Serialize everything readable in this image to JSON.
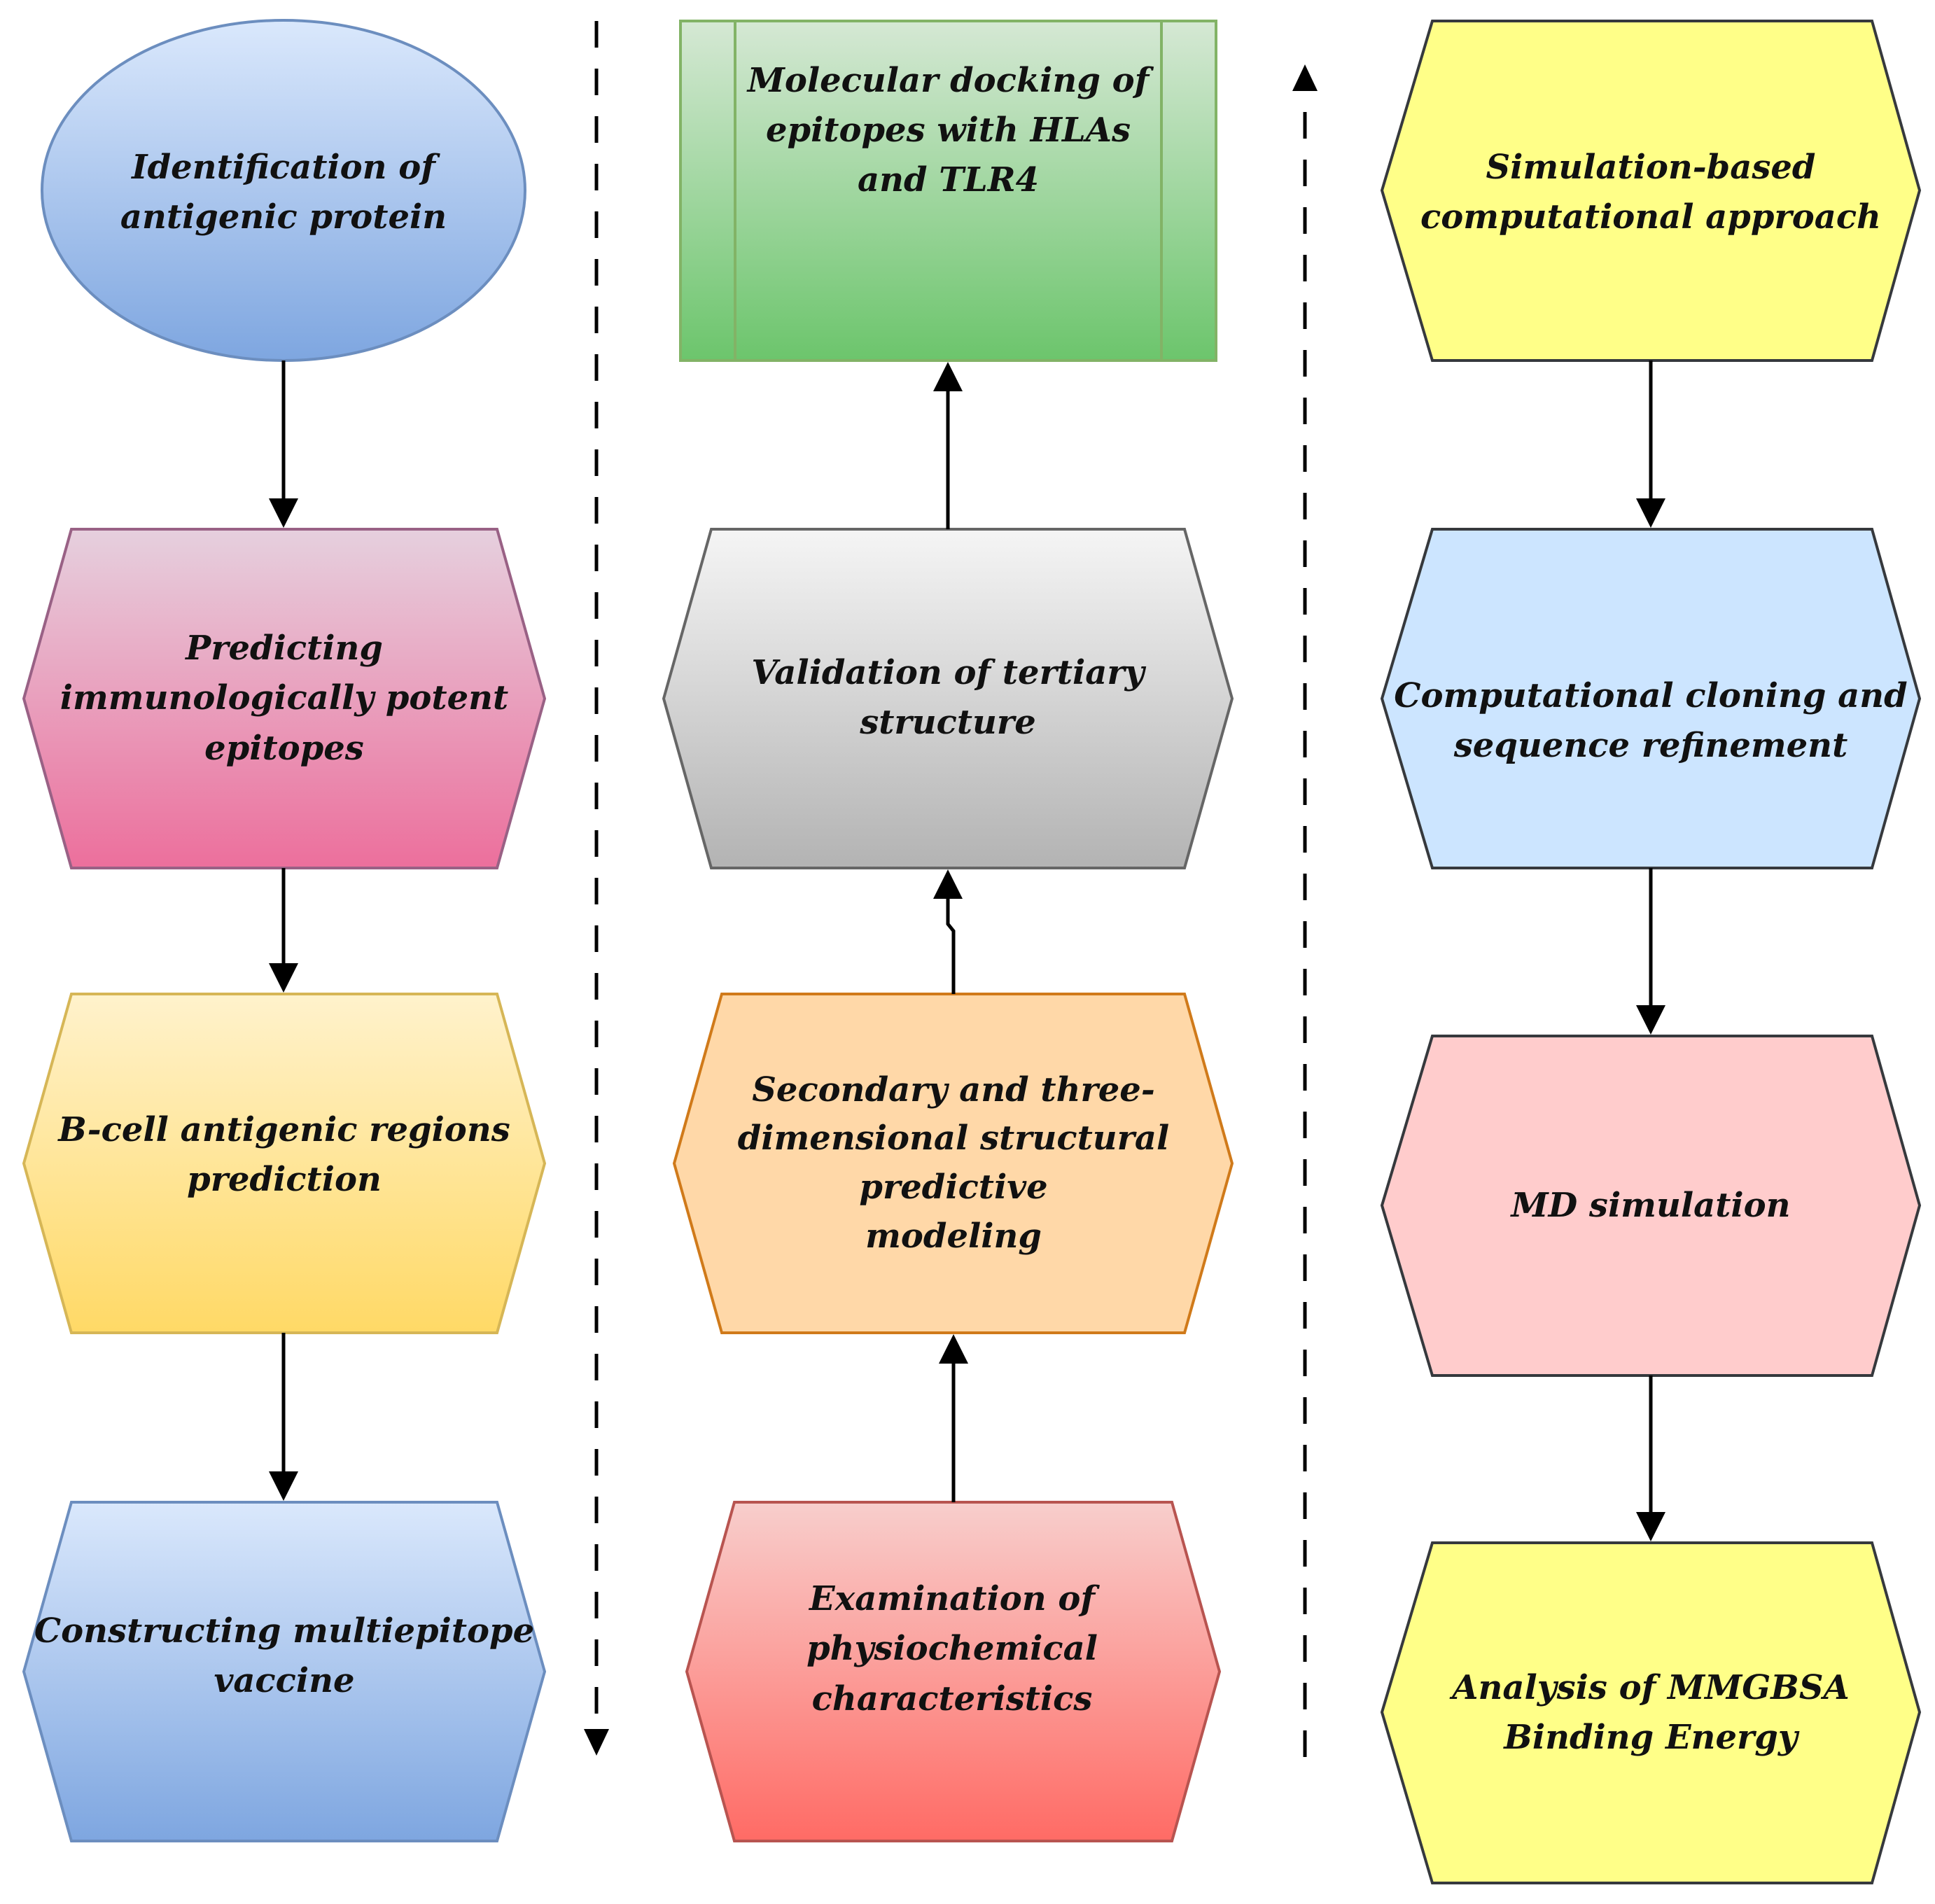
{
  "nodes": {
    "identification": {
      "lines": [
        "Identification of",
        "antigenic protein"
      ],
      "shape": "ellipse",
      "fill_top": "#dae8fc",
      "fill_bottom": "#7ea6e0",
      "stroke": "#6c8ebf"
    },
    "predicting": {
      "lines": [
        "Predicting",
        "immunologically potent",
        "epitopes"
      ],
      "shape": "hexagon",
      "fill_top": "#e6d0de",
      "fill_bottom": "#ec6f9c",
      "stroke": "#996185"
    },
    "bcell": {
      "lines": [
        "B-cell antigenic regions",
        "prediction"
      ],
      "shape": "hexagon",
      "fill_top": "#fff2cc",
      "fill_bottom": "#ffd966",
      "stroke": "#d6b656"
    },
    "constructing": {
      "lines": [
        "Constructing multiepitope",
        "vaccine"
      ],
      "shape": "hexagon",
      "fill_top": "#dae8fc",
      "fill_bottom": "#7ea6e0",
      "stroke": "#6c8ebf"
    },
    "docking": {
      "lines": [
        "Molecular docking of",
        "epitopes with HLAs",
        "and TLR4"
      ],
      "shape": "process",
      "fill_top": "#d5e8d4",
      "fill_bottom": "#6cc56c",
      "stroke": "#82b366"
    },
    "validation": {
      "lines": [
        "Validation of tertiary",
        "structure"
      ],
      "shape": "hexagon",
      "fill_top": "#f5f5f5",
      "fill_bottom": "#b3b3b3",
      "stroke": "#666666"
    },
    "secondary": {
      "lines": [
        "Secondary and three-",
        "dimensional structural",
        "predictive",
        "modeling"
      ],
      "shape": "hexagon",
      "fill": "#ffd8a8",
      "stroke": "#d07a1a"
    },
    "examination": {
      "lines": [
        "Examination of",
        "physiochemical",
        "characteristics"
      ],
      "shape": "hexagon",
      "fill_top": "#f8cecc",
      "fill_bottom": "#ff6b65",
      "stroke": "#b85450"
    },
    "simulation_based": {
      "lines": [
        "Simulation-based",
        "computational approach"
      ],
      "shape": "hexagon",
      "fill": "#ffff88",
      "stroke": "#36393d"
    },
    "cloning": {
      "lines": [
        "Computational cloning and",
        "sequence refinement"
      ],
      "shape": "hexagon",
      "fill": "#cce5ff",
      "stroke": "#36393d"
    },
    "md": {
      "lines": [
        "MD simulation"
      ],
      "shape": "hexagon",
      "fill": "#ffcccc",
      "stroke": "#36393d"
    },
    "mmgbsa": {
      "lines": [
        "Analysis of MMGBSA",
        "Binding Energy"
      ],
      "shape": "hexagon",
      "fill": "#ffff88",
      "stroke": "#36393d"
    }
  },
  "edges": [
    {
      "from": "identification",
      "to": "predicting",
      "style": "solid"
    },
    {
      "from": "predicting",
      "to": "bcell",
      "style": "solid"
    },
    {
      "from": "bcell",
      "to": "constructing",
      "style": "solid"
    },
    {
      "from": "examination",
      "to": "secondary",
      "style": "solid"
    },
    {
      "from": "secondary",
      "to": "validation",
      "style": "solid"
    },
    {
      "from": "validation",
      "to": "docking",
      "style": "solid"
    },
    {
      "from": "simulation_based",
      "to": "cloning",
      "style": "solid"
    },
    {
      "from": "cloning",
      "to": "md",
      "style": "solid"
    },
    {
      "from": "md",
      "to": "mmgbsa",
      "style": "solid"
    },
    {
      "from": "column-1",
      "to": "column-2",
      "style": "dashed",
      "direction": "down"
    },
    {
      "from": "column-2",
      "to": "column-3",
      "style": "dashed",
      "direction": "up"
    }
  ]
}
